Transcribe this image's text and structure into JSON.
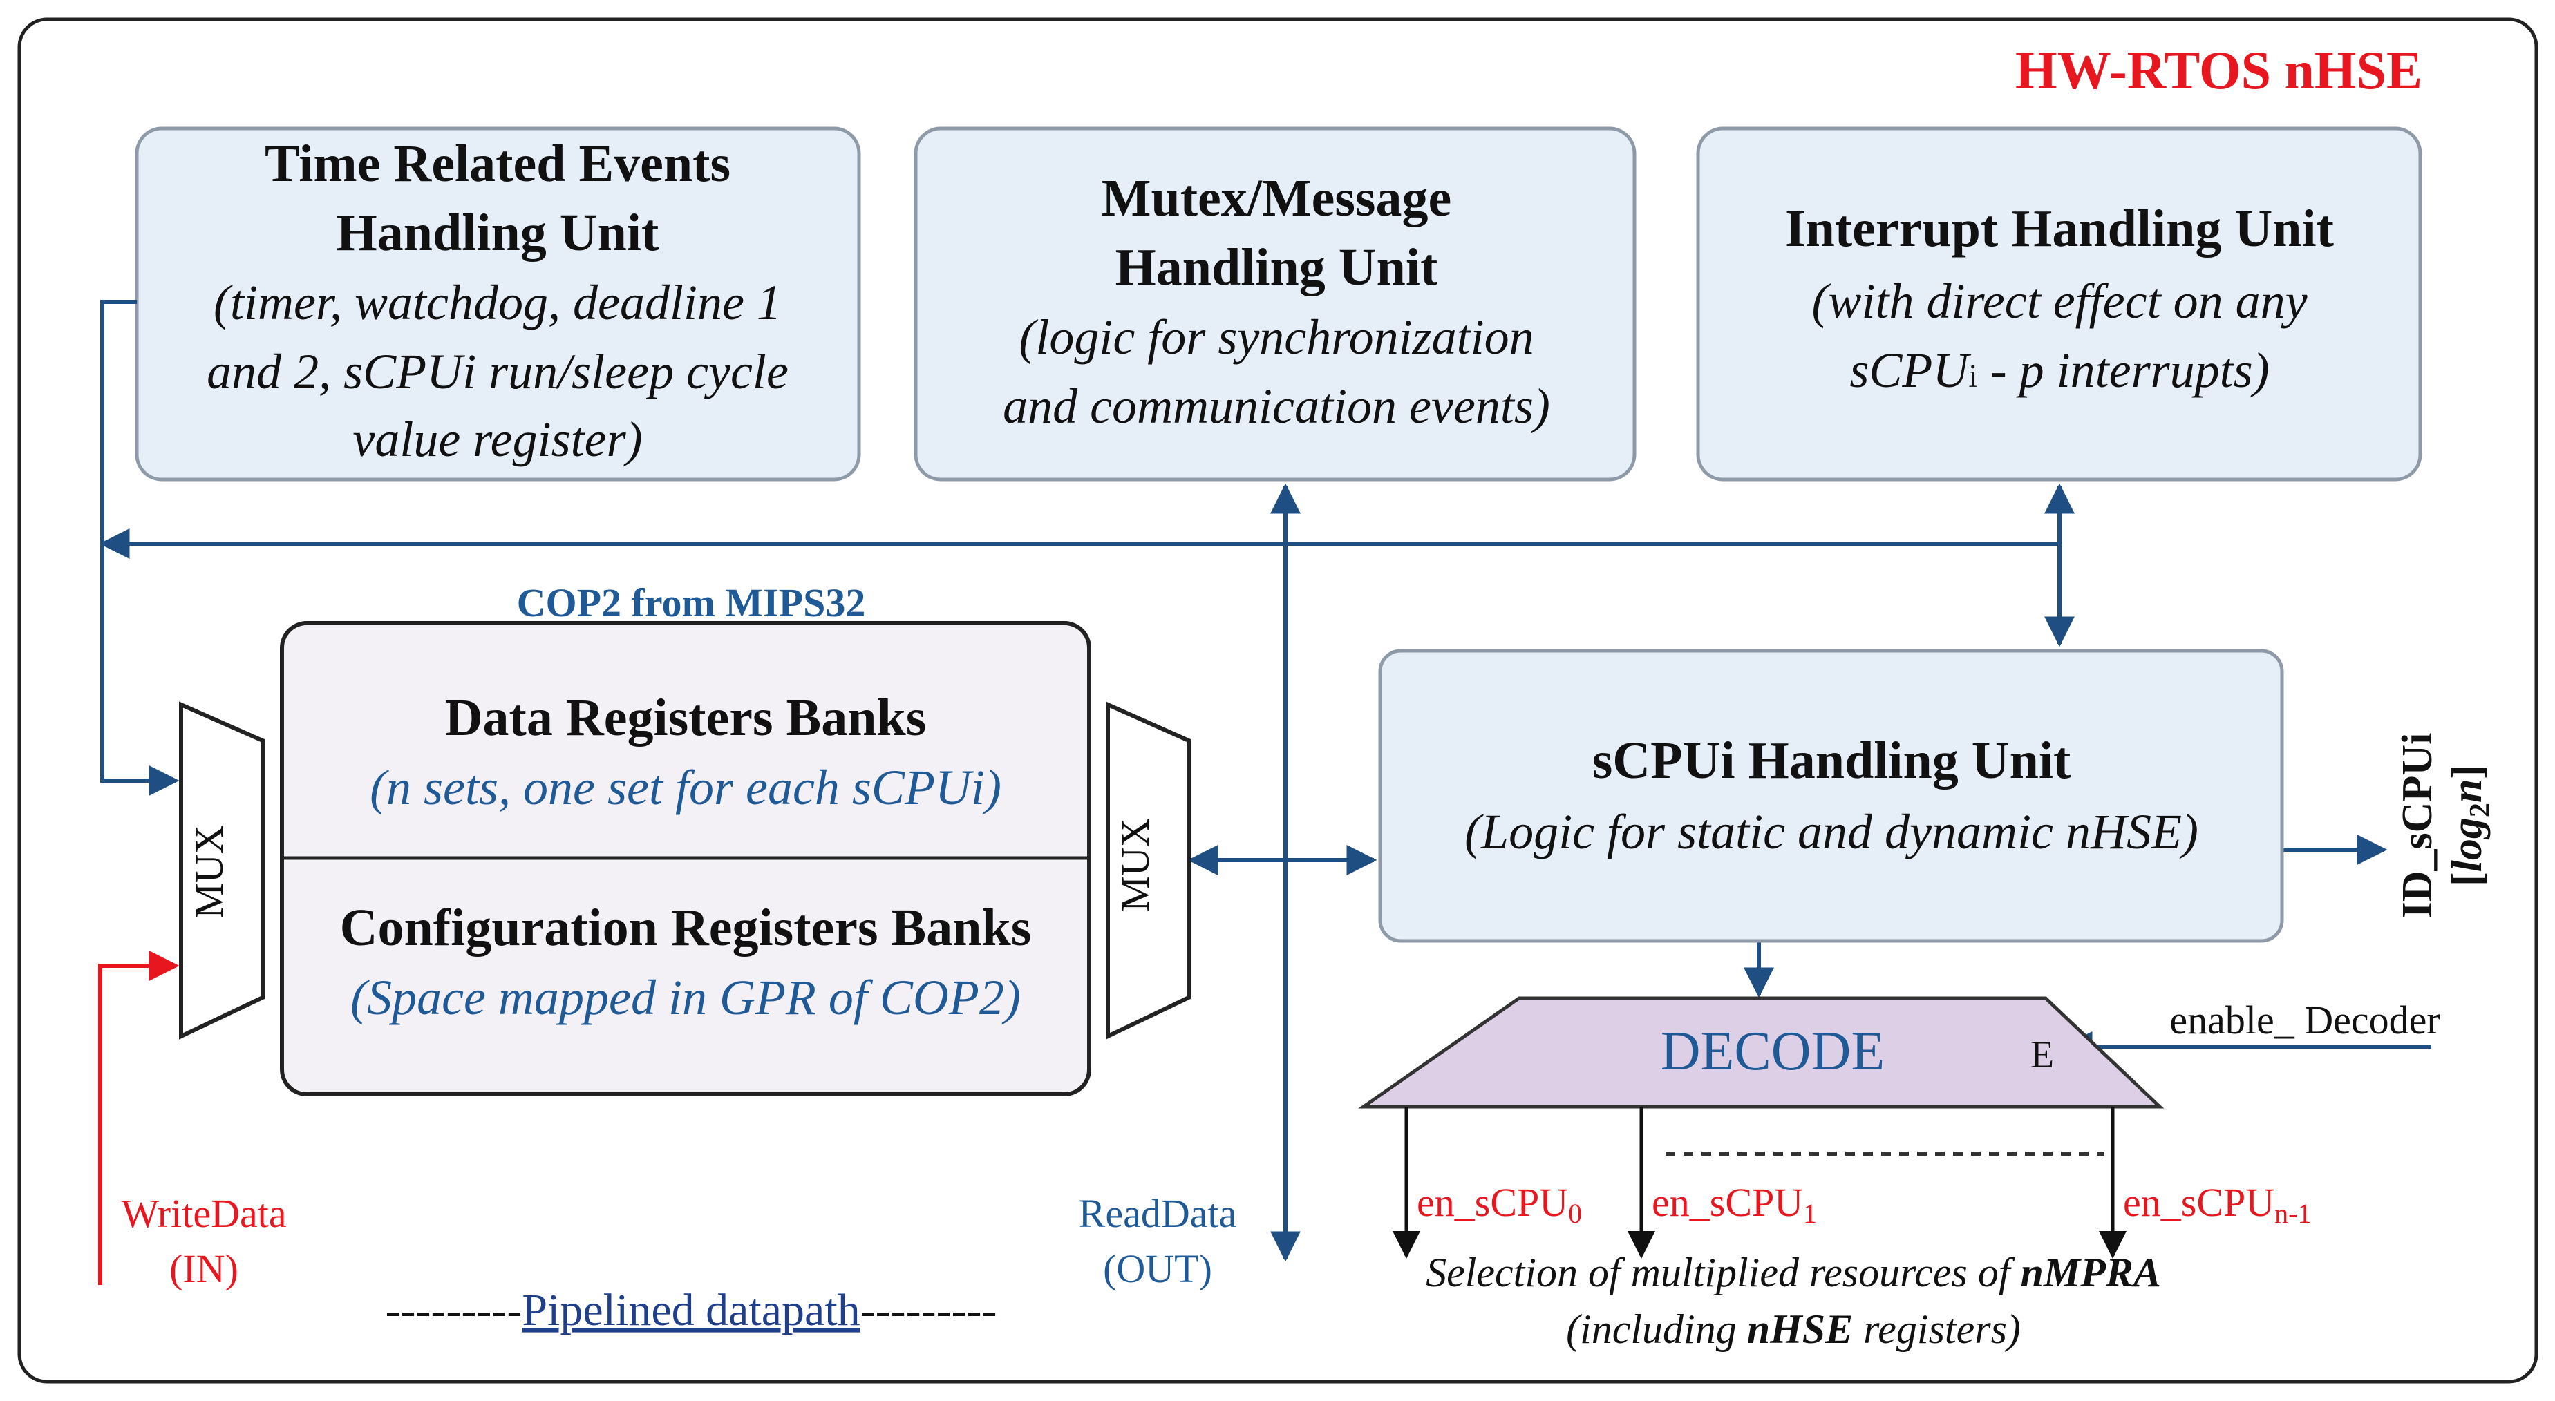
{
  "title": "HW-RTOS nHSE",
  "colors": {
    "title_red": "#e8161e",
    "unit_fill": "#e6eef8",
    "unit_stroke": "#8f9aa8",
    "reg_fill": "#f3f0f6",
    "decode_fill": "#ddd0e6",
    "line_blue": "#1f4f82",
    "label_blue": "#1f5a96",
    "signal_red": "#e8161e",
    "text_dark": "#111111"
  },
  "units": {
    "time": {
      "title_line1": "Time Related Events",
      "title_line2": "Handling Unit",
      "desc_line1": "(timer, watchdog, deadline 1",
      "desc_line2": "and 2, sCPUi run/sleep cycle",
      "desc_line3": "value register)"
    },
    "mutex": {
      "title_line1": "Mutex/Message",
      "title_line2": "Handling Unit",
      "desc_line1": "(logic for synchronization",
      "desc_line2": "and communication events)"
    },
    "interrupt": {
      "title": "Interrupt Handling Unit",
      "desc_line1": "(with direct effect on any",
      "desc_line2_pre": "sCPU",
      "desc_line2_sub": "i",
      "desc_line2_post": " - p interrupts)"
    },
    "scpu": {
      "title": "sCPUi Handling Unit",
      "desc": "(Logic for static and dynamic nHSE)"
    }
  },
  "cop2_label": "COP2 from MIPS32",
  "registers": {
    "data_title": "Data Registers Banks",
    "data_desc": "(n sets, one set for each sCPUi)",
    "config_title": "Configuration Registers Banks",
    "config_desc": "(Space mapped in GPR of COP2)"
  },
  "mux_label": "MUX",
  "id_scpu": {
    "line1": "ID_sCPUi",
    "line2_open": "[",
    "line2_log": "log",
    "line2_sub": "2",
    "line2_n": "n",
    "line2_close": "]"
  },
  "decode": {
    "label": "DECODE",
    "enable_pin": "E",
    "enable_label": "enable_ Decoder"
  },
  "outputs": {
    "en0_base": "en_sCPU",
    "en0_sub": "0",
    "en1_base": "en_sCPU",
    "en1_sub": "1",
    "enn_base": "en_sCPU",
    "enn_sub": "n-1"
  },
  "selection": {
    "line1_pre": "Selection of multiplied resources of ",
    "line1_bold": "nMPRA",
    "line2_pre": "(including ",
    "line2_bold": "nHSE",
    "line2_post": " registers)"
  },
  "write_data": {
    "line1": "WriteData",
    "line2": "(IN)"
  },
  "read_data": {
    "line1": "ReadData",
    "line2": "(OUT)"
  },
  "pipeline": {
    "dashes_left": "---------",
    "label": "Pipelined datapath",
    "dashes_right": "---------"
  }
}
